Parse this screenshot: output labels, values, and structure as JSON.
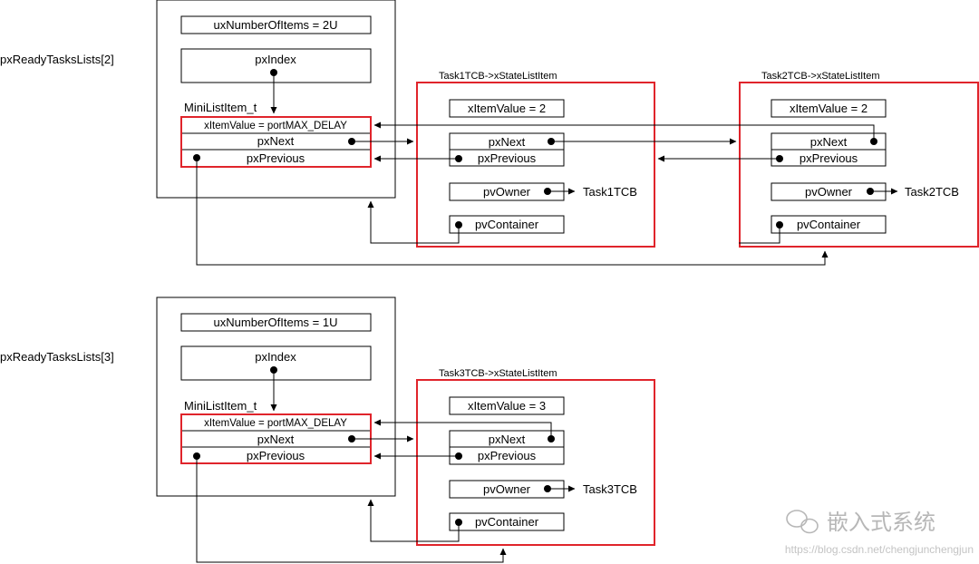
{
  "lists": [
    {
      "name": "pxReadyTasksLists[2]",
      "list": {
        "uxNumberOfItems": "uxNumberOfItems = 2U",
        "pxIndex": "pxIndex",
        "mini_title": "MiniListItem_t",
        "mini_item_value": "xItemValue = portMAX_DELAY",
        "mini_next": "pxNext",
        "mini_prev": "pxPrevious"
      },
      "items": [
        {
          "title": "Task1TCB->xStateListItem",
          "value": "xItemValue = 2",
          "next": "pxNext",
          "prev": "pxPrevious",
          "owner": "pvOwner",
          "container": "pvContainer",
          "tcb": "Task1TCB"
        },
        {
          "title": "Task2TCB->xStateListItem",
          "value": "xItemValue = 2",
          "next": "pxNext",
          "prev": "pxPrevious",
          "owner": "pvOwner",
          "container": "pvContainer",
          "tcb": "Task2TCB"
        }
      ]
    },
    {
      "name": "pxReadyTasksLists[3]",
      "list": {
        "uxNumberOfItems": "uxNumberOfItems = 1U",
        "pxIndex": "pxIndex",
        "mini_title": "MiniListItem_t",
        "mini_item_value": "xItemValue = portMAX_DELAY",
        "mini_next": "pxNext",
        "mini_prev": "pxPrevious"
      },
      "items": [
        {
          "title": "Task3TCB->xStateListItem",
          "value": "xItemValue = 3",
          "next": "pxNext",
          "prev": "pxPrevious",
          "owner": "pvOwner",
          "container": "pvContainer",
          "tcb": "Task3TCB"
        }
      ]
    }
  ],
  "watermark": {
    "brand": "嵌入式系统",
    "url": "https://blog.csdn.net/chengjunchengjun"
  },
  "colors": {
    "highlight": "#e0242b",
    "line": "#000000",
    "watermark": "#b7b7b7"
  }
}
